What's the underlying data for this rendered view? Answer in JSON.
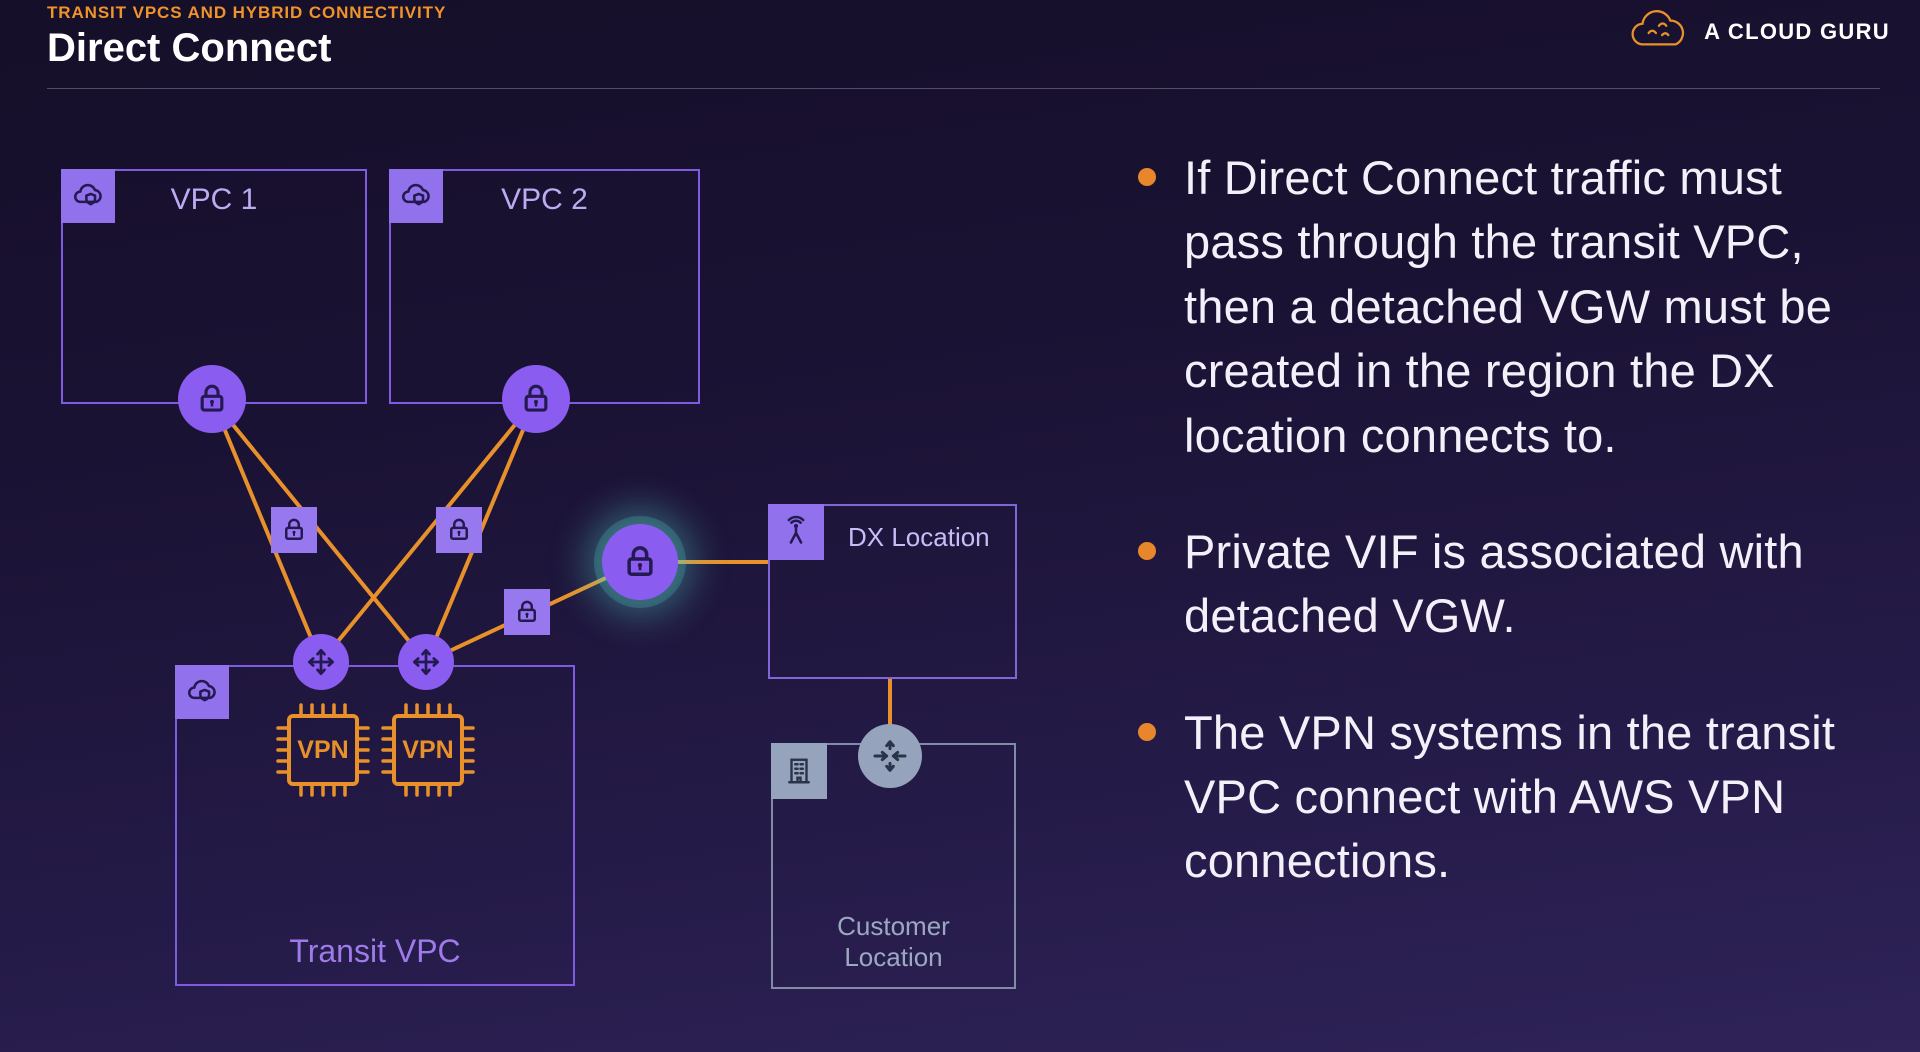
{
  "header": {
    "eyebrow": "TRANSIT VPCS AND HYBRID CONNECTIVITY",
    "title": "Direct Connect",
    "brand": "A CLOUD GURU"
  },
  "diagram": {
    "vpc1": {
      "label": "VPC 1"
    },
    "vpc2": {
      "label": "VPC 2"
    },
    "transit_vpc": {
      "label": "Transit VPC"
    },
    "dx_location": {
      "label": "DX Location"
    },
    "customer_location": {
      "label_line1": "Customer",
      "label_line2": "Location"
    },
    "vpn_chip1": {
      "label": "VPN"
    },
    "vpn_chip2": {
      "label": "VPN"
    },
    "icon_legend": {
      "vgw": "lock-circle",
      "detached_vgw": "lock-circle-glowing",
      "vpn_connection": "lock-square",
      "transit_router": "cross-arrows-circle",
      "customer_router": "cross-arrows-circle-gray",
      "vpc": "cloud-shield",
      "dx": "antenna",
      "customer_building": "building",
      "vpn_system": "chip"
    }
  },
  "bullets": [
    {
      "text": "If Direct Connect traffic must pass through the transit VPC, then a detached VGW must be created in the region the DX location connects to."
    },
    {
      "text": "Private VIF is associated with detached VGW."
    },
    {
      "text": "The VPN systems in the transit VPC connect with AWS VPN connections."
    }
  ],
  "colors": {
    "accent_orange": "#E8912B",
    "bullet_orange": "#E8862B",
    "purple_node": "#8A5CF0",
    "purple_border": "#7E5BE0",
    "teal_glow": "#56D6CA",
    "slate_gray": "#95A4BC",
    "background_top": "#150F29",
    "background_bottom": "#2F2358"
  }
}
